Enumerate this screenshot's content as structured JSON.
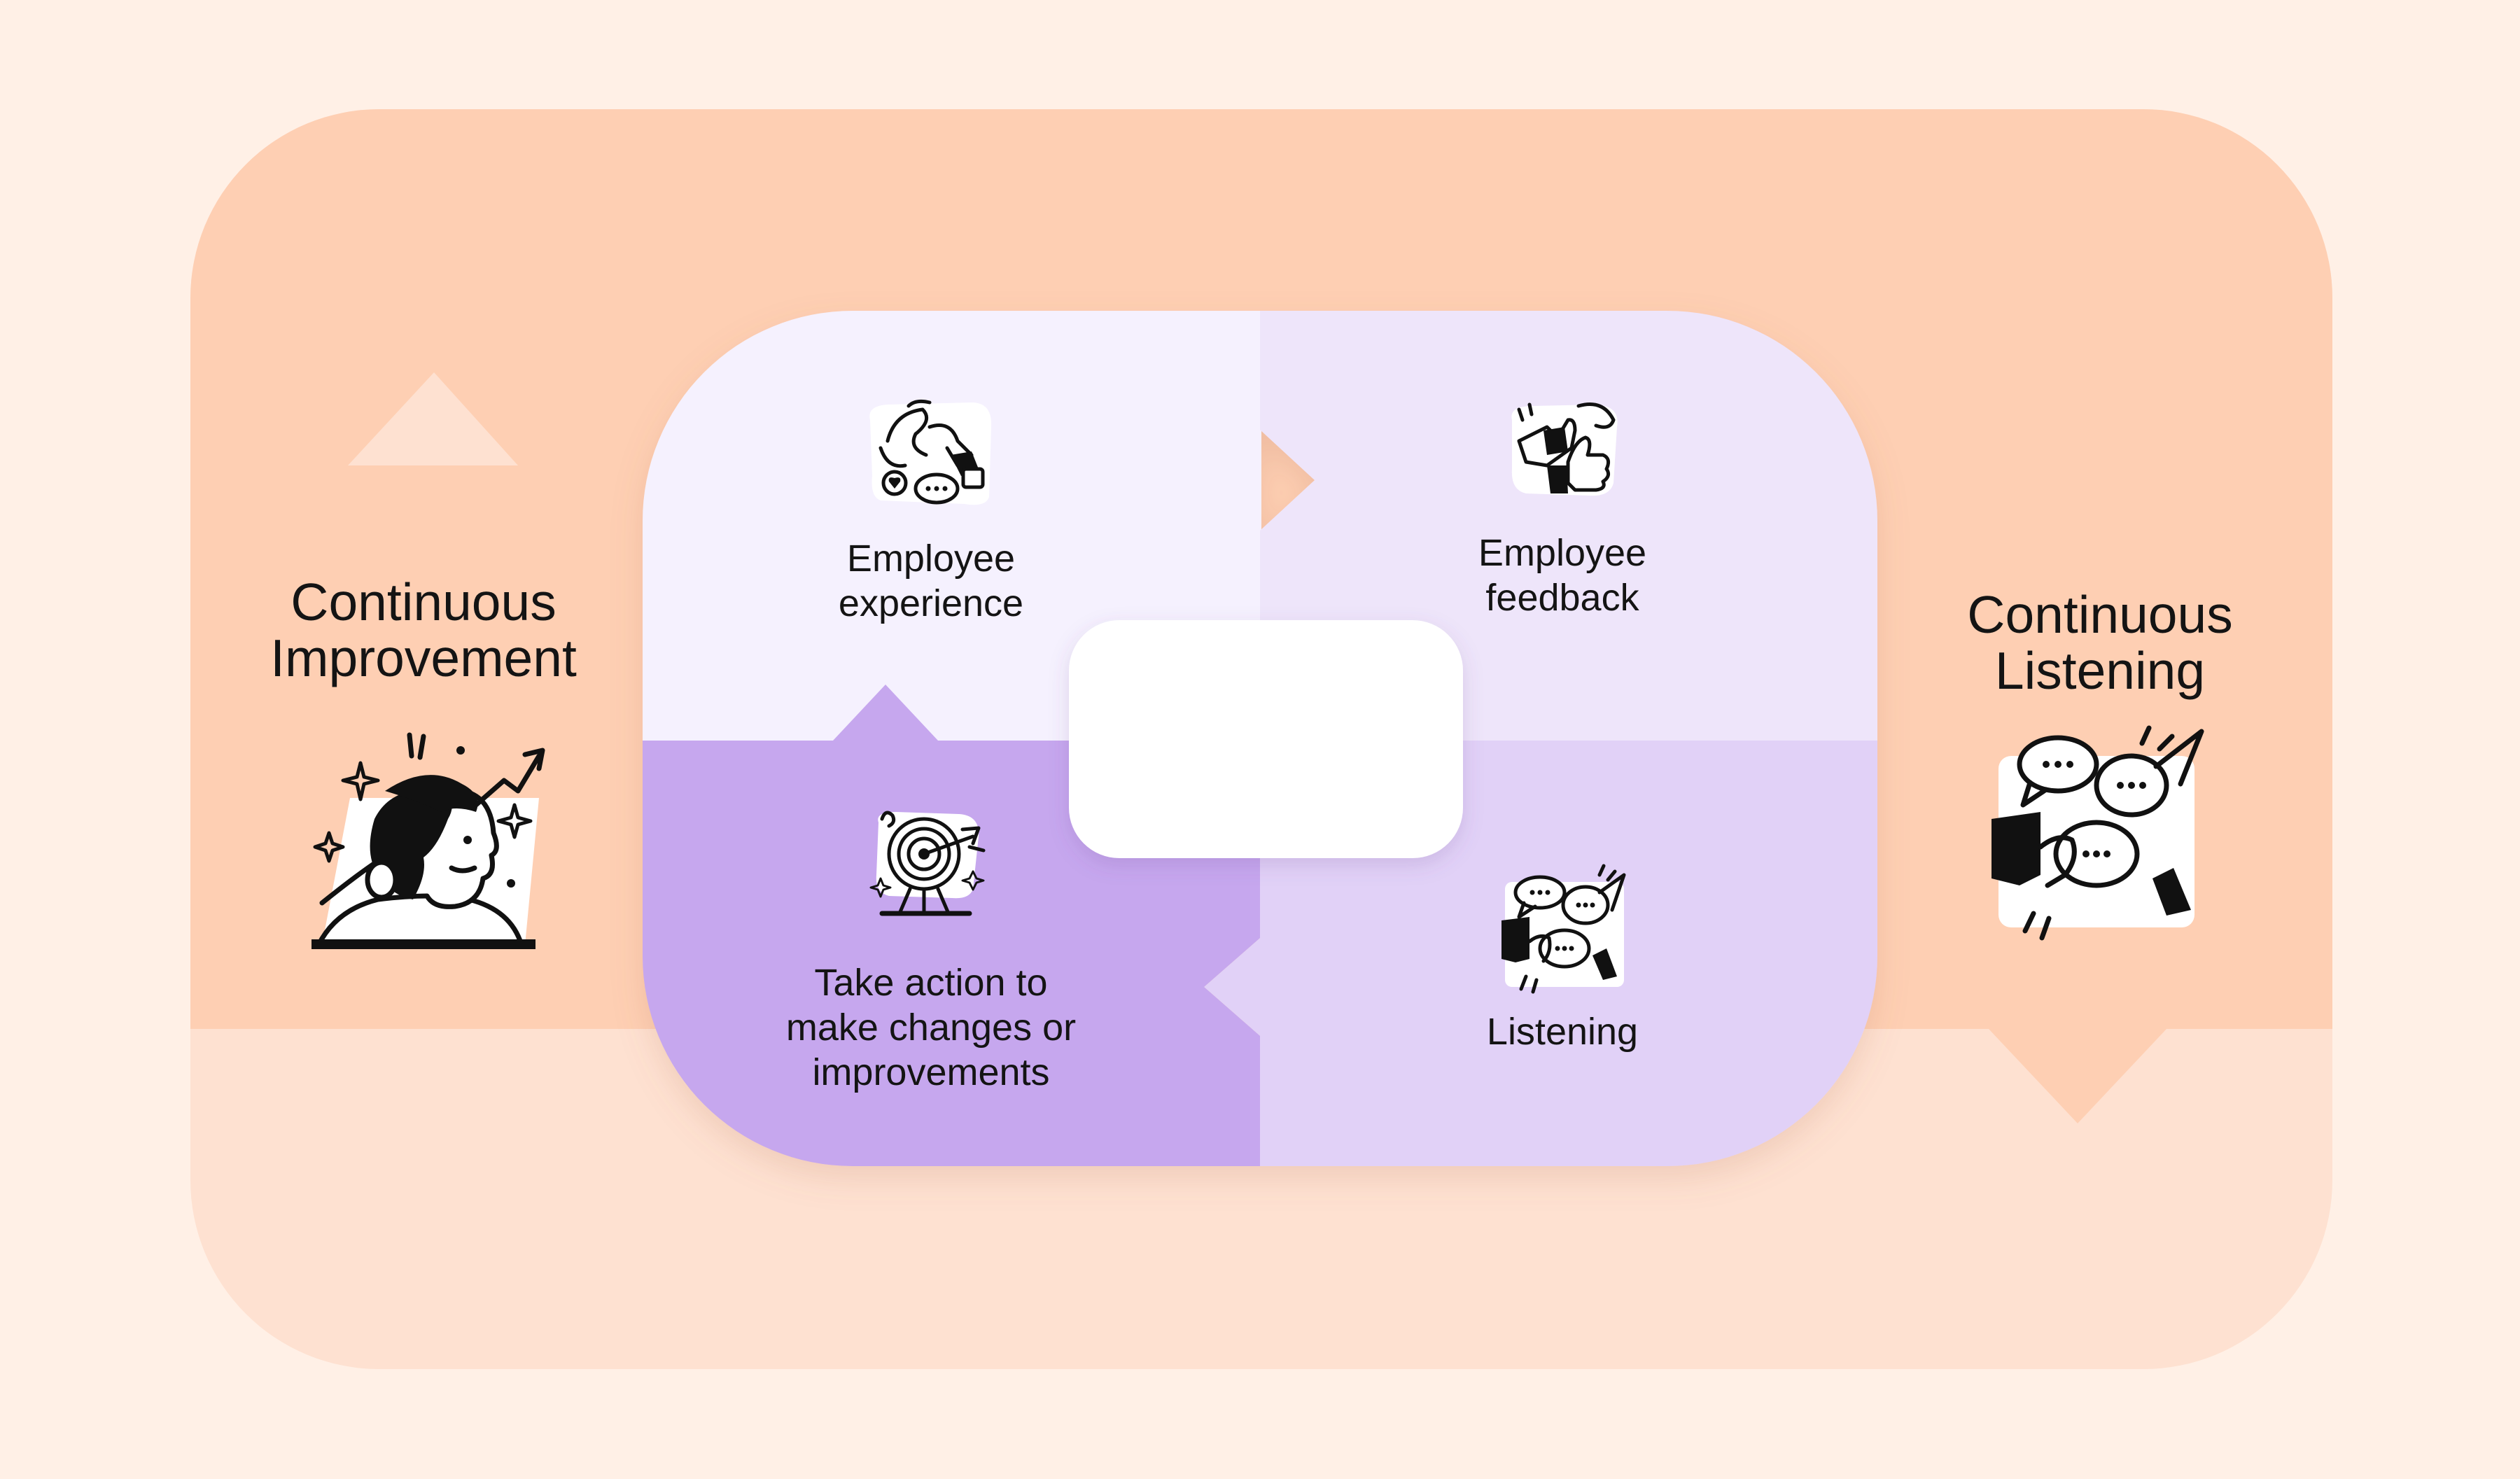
{
  "diagram": {
    "colors": {
      "page_background": "#fff0e6",
      "outer_loop_dark": "#fecfb3",
      "outer_loop_light": "#fee1d1",
      "quadrant_experience": "#f5f1fe",
      "quadrant_feedback": "#eee5fa",
      "quadrant_listening": "#e1d1f7",
      "quadrant_action": "#c6a7ee",
      "center_hub": "#ffffff",
      "text": "#141414"
    },
    "outer_loop": [
      {
        "id": "continuous-improvement",
        "title": "Continuous\nImprovement",
        "icon": "person-growth-icon"
      },
      {
        "id": "continuous-listening",
        "title": "Continuous\nListening",
        "icon": "conversation-bubbles-icon"
      }
    ],
    "quadrants": [
      {
        "id": "employee-experience",
        "label": "Employee\nexperience",
        "icon": "interaction-doodle-icon"
      },
      {
        "id": "employee-feedback",
        "label": "Employee\nfeedback",
        "icon": "thumbs-up-down-icon"
      },
      {
        "id": "listening",
        "label": "Listening",
        "icon": "speech-bubbles-icon"
      },
      {
        "id": "take-action",
        "label": "Take action to\nmake changes or\nimprovements",
        "icon": "target-arrow-icon"
      }
    ]
  }
}
